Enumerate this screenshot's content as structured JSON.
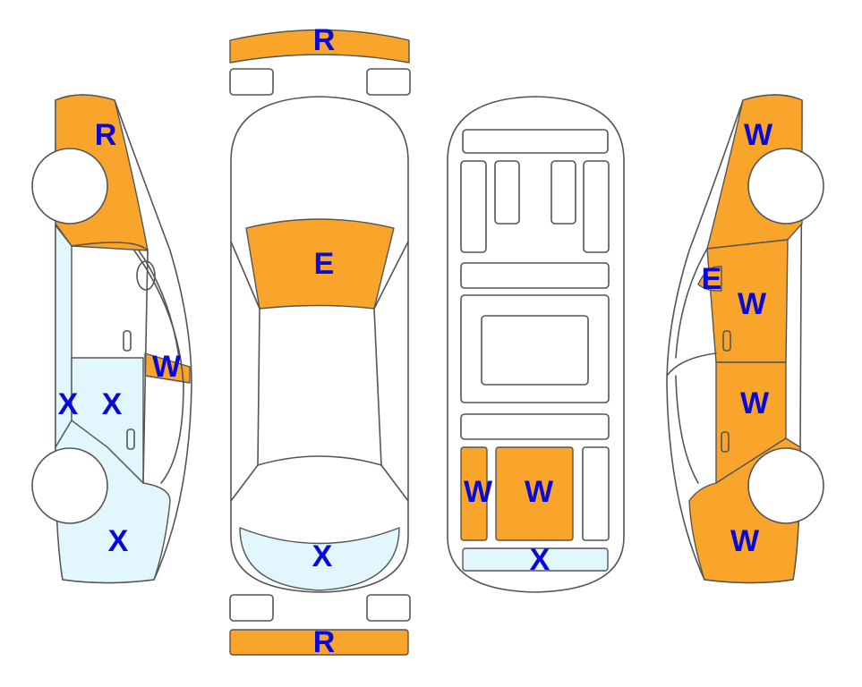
{
  "colors": {
    "R": "#f9a52b",
    "E": "#f9a52b",
    "W": "#f9a52b",
    "X": "#e1f7fd",
    "outline": "#555555",
    "label_text": "#0a0ad6",
    "background": "#ffffff"
  },
  "labels": {
    "front_bumper": "R",
    "rear_bumper": "R",
    "hood": "E",
    "trunk_lid": "X",
    "left_front_fender": "R",
    "left_front_door": "X",
    "left_rear_door": "X",
    "left_mirror": "W",
    "left_rear_quarter": "X",
    "floor_left_panel": "W",
    "floor_center_panel": "W",
    "floor_rear_panel": "X",
    "right_mirror": "E",
    "right_front_fender": "W",
    "right_front_door": "W",
    "right_rear_door": "W",
    "right_rear_quarter": "W"
  }
}
